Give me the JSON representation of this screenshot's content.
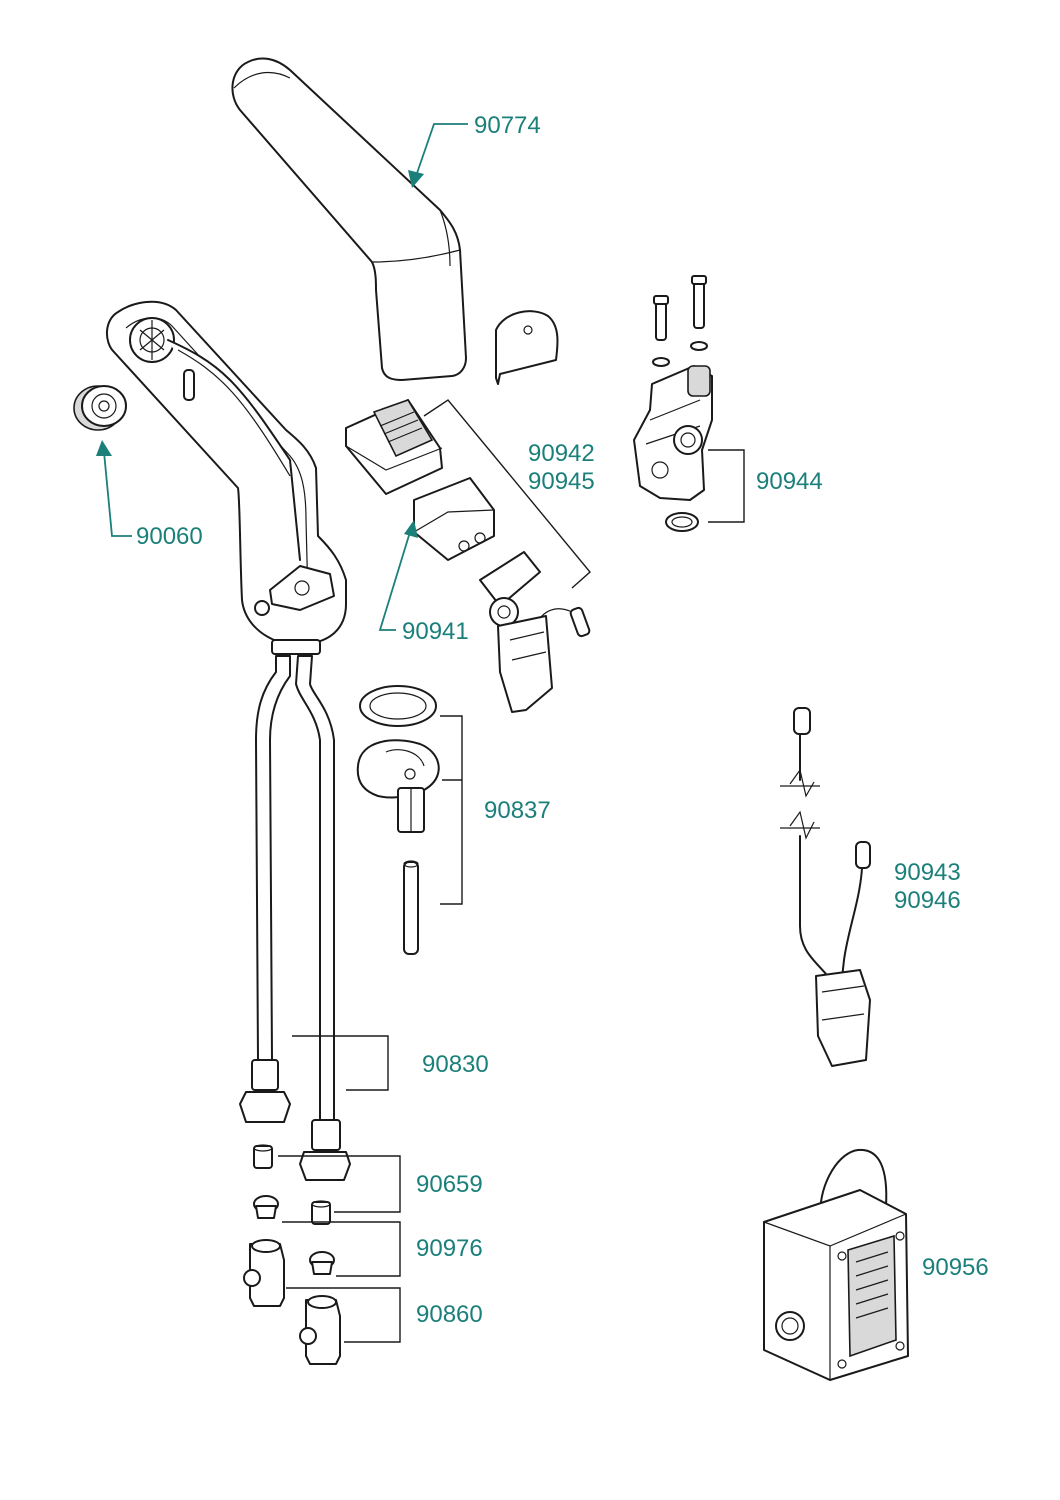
{
  "labels": {
    "spout": "90774",
    "aerator": "90060",
    "sensor_window": "90942",
    "sensor_window_alt": "90945",
    "solenoid": "90944",
    "sensor_insert": "90941",
    "mounting_kit": "90837",
    "hoses": "90830",
    "nipple": "90659",
    "strainer": "90976",
    "valve": "90860",
    "cable": "90943",
    "cable_alt": "90946",
    "control_box": "90956"
  },
  "colors": {
    "label": "#1b7f7a",
    "line": "#1a1a1a"
  }
}
